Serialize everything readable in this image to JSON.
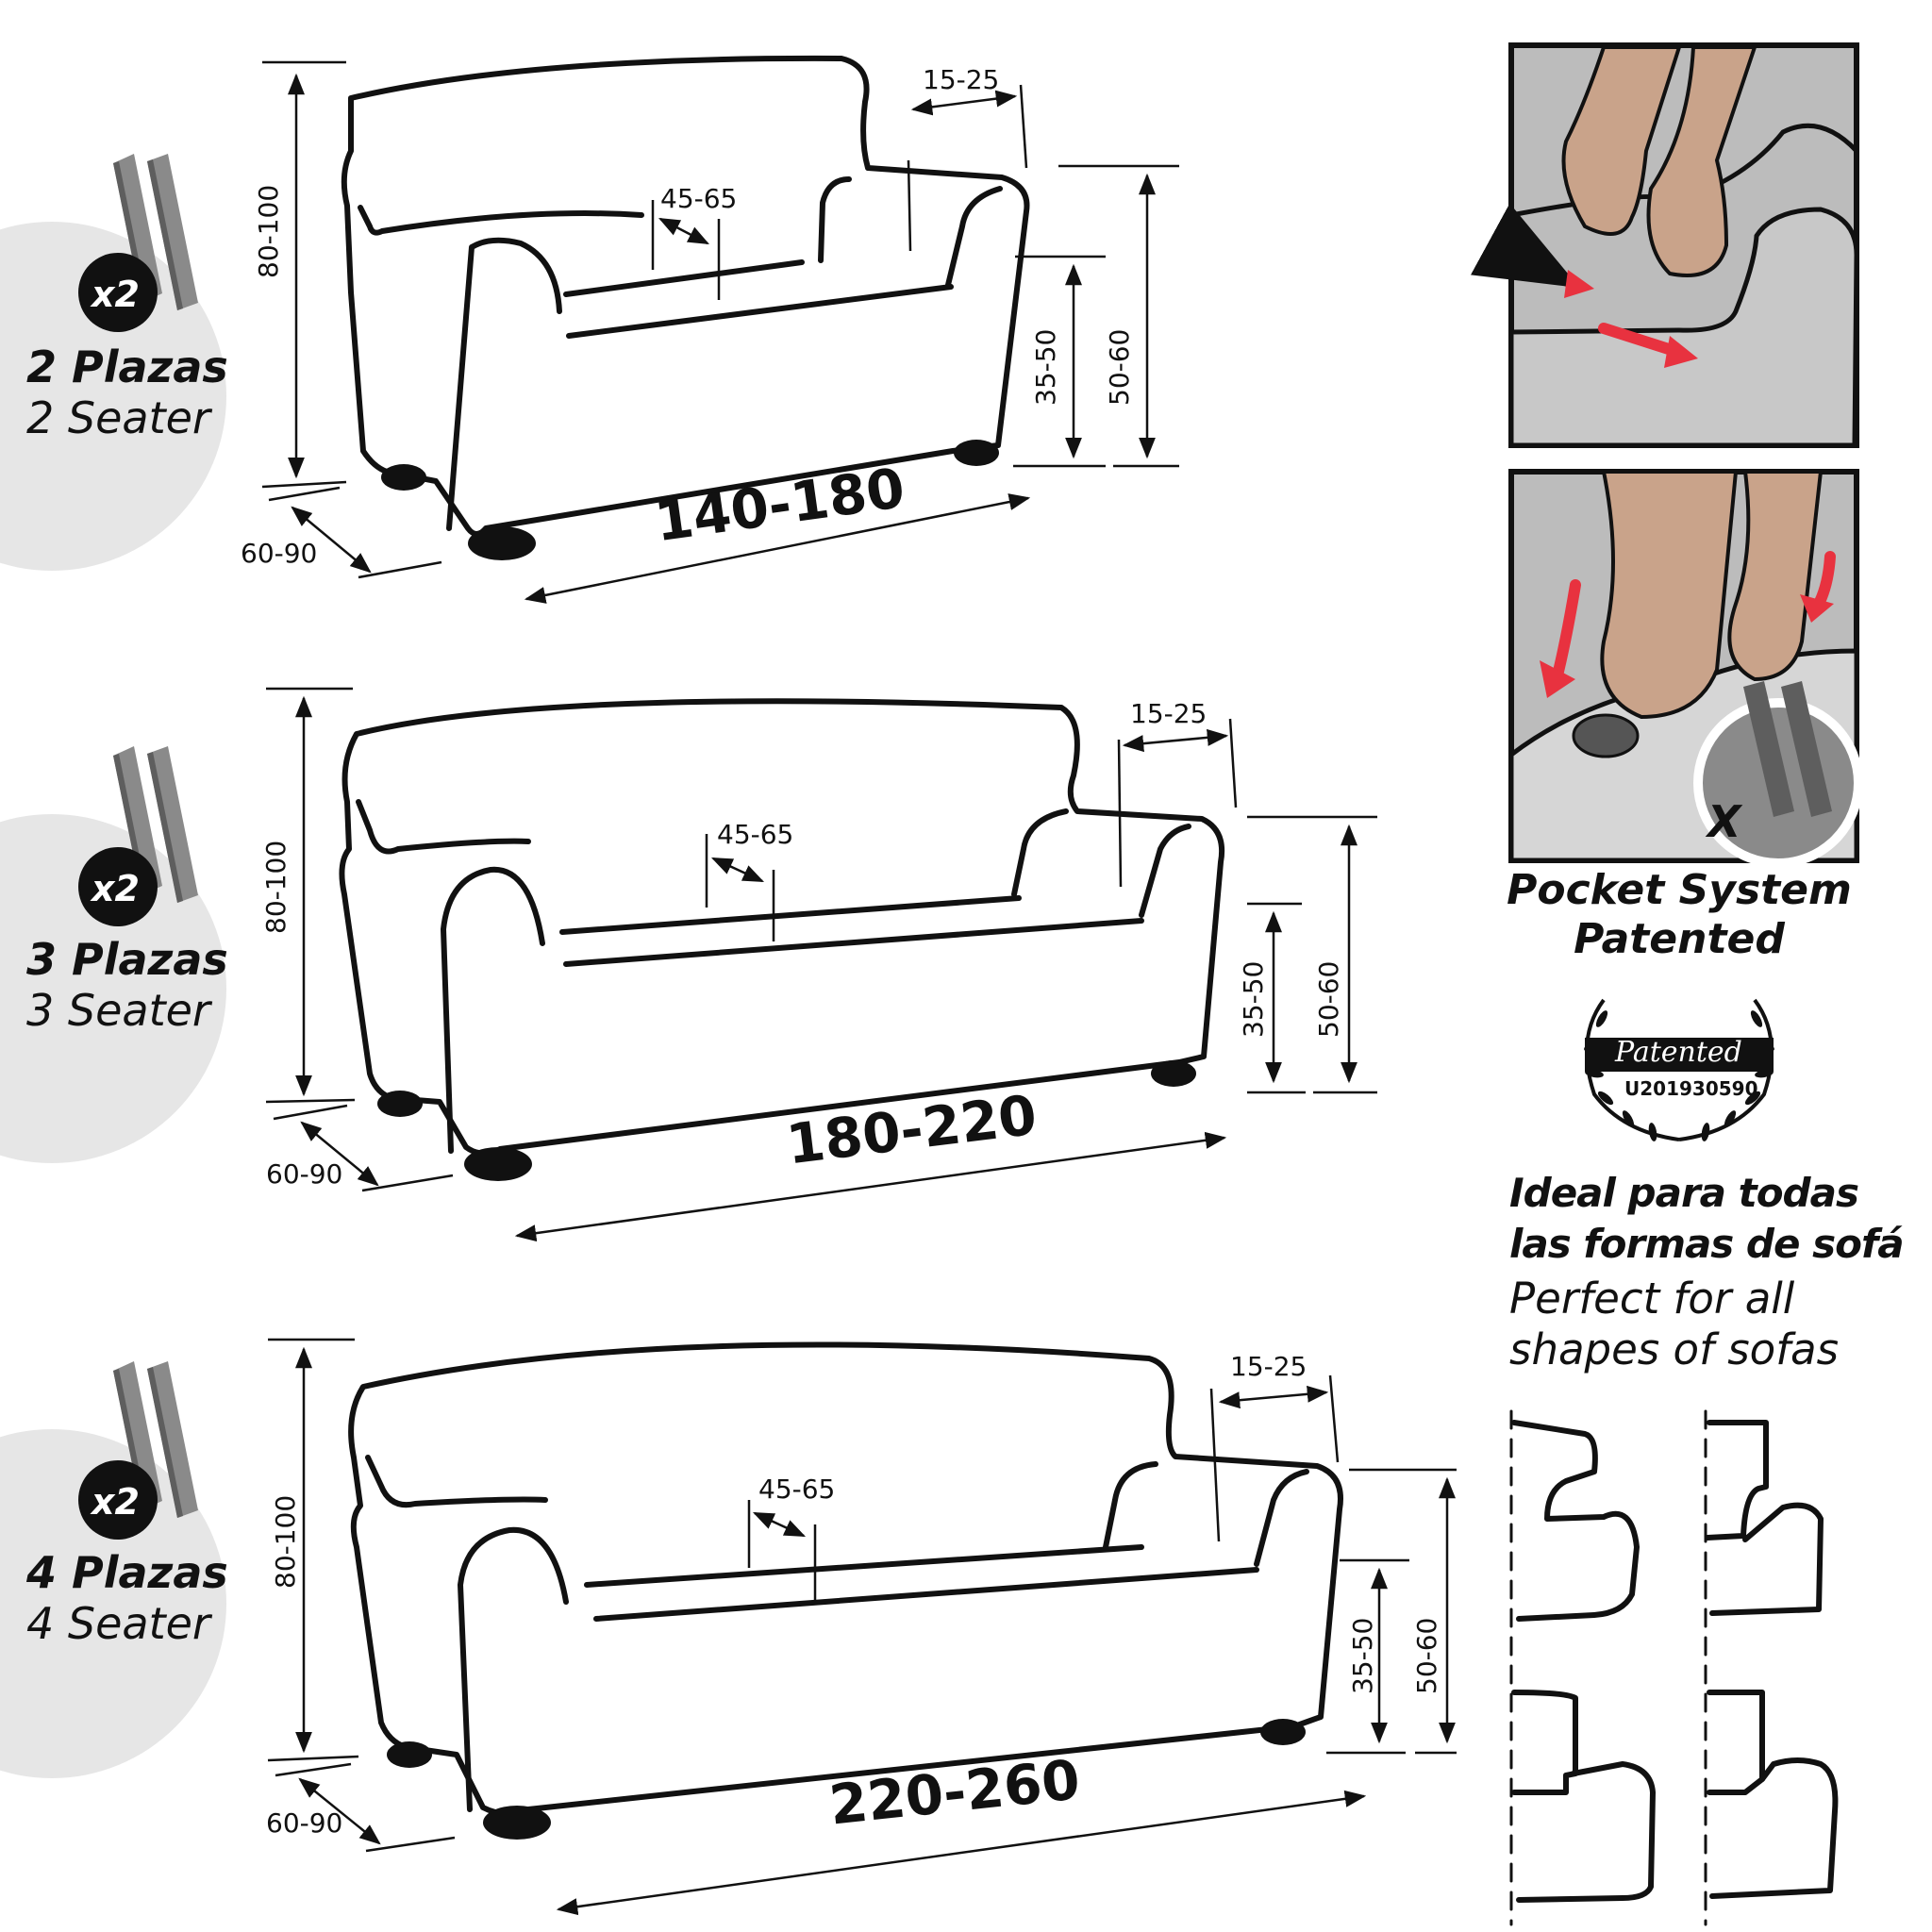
{
  "sofas": [
    {
      "plazas": "2 Plazas",
      "seater": "2 Seater",
      "rods_count": "x2",
      "dims": {
        "height": "80-100",
        "depth": "60-90",
        "width": "140-180",
        "arm": "15-25",
        "seat_depth": "45-65",
        "seat_height": "35-50",
        "arm_height": "50-60"
      }
    },
    {
      "plazas": "3 Plazas",
      "seater": "3 Seater",
      "rods_count": "x2",
      "dims": {
        "height": "80-100",
        "depth": "60-90",
        "width": "180-220",
        "arm": "15-25",
        "seat_depth": "45-65",
        "seat_height": "35-50",
        "arm_height": "50-60"
      }
    },
    {
      "plazas": "4 Plazas",
      "seater": "4 Seater",
      "rods_count": "x2",
      "dims": {
        "height": "80-100",
        "depth": "60-90",
        "width": "220-260",
        "arm": "15-25",
        "seat_depth": "45-65",
        "seat_height": "35-50",
        "arm_height": "50-60"
      }
    }
  ],
  "pocket": {
    "title_line1": "Pocket System",
    "title_line2": "Patented",
    "cross_mark": "X",
    "seal_text": "Patented",
    "seal_number": "U201930590"
  },
  "ideal": {
    "es_line1": "Ideal para todas",
    "es_line2": "las formas de sofá",
    "en_line1": "Perfect for all",
    "en_line2": "shapes of sofas"
  },
  "colors": {
    "accent_red": "#e8323f",
    "panel_gray": "#b9b9b9",
    "badge_gray": "#e6e6e6",
    "rod_gray": "#7d7d7d",
    "skin": "#c9a38a",
    "outline": "#111111"
  }
}
